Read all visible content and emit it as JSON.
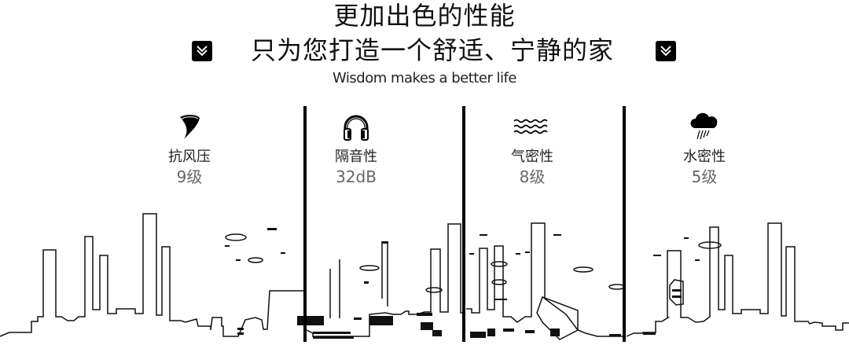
{
  "header": {
    "title": "更加出色的性能",
    "subtitle": "只为您打造一个舒适、宁静的家",
    "tagline": "Wisdom makes a better life",
    "left_icon": "double-chevron-down-icon",
    "right_icon": "double-chevron-down-icon"
  },
  "features": [
    {
      "icon": "tornado-icon",
      "label": "抗风压",
      "value": "9级"
    },
    {
      "icon": "headphones-icon",
      "label": "隔音性",
      "value": "32dB"
    },
    {
      "icon": "waves-icon",
      "label": "气密性",
      "value": "8级"
    },
    {
      "icon": "rain-cloud-icon",
      "label": "水密性",
      "value": "5级"
    }
  ],
  "colors": {
    "ink": "#000000",
    "value_gray": "#666666",
    "background": "#ffffff"
  }
}
